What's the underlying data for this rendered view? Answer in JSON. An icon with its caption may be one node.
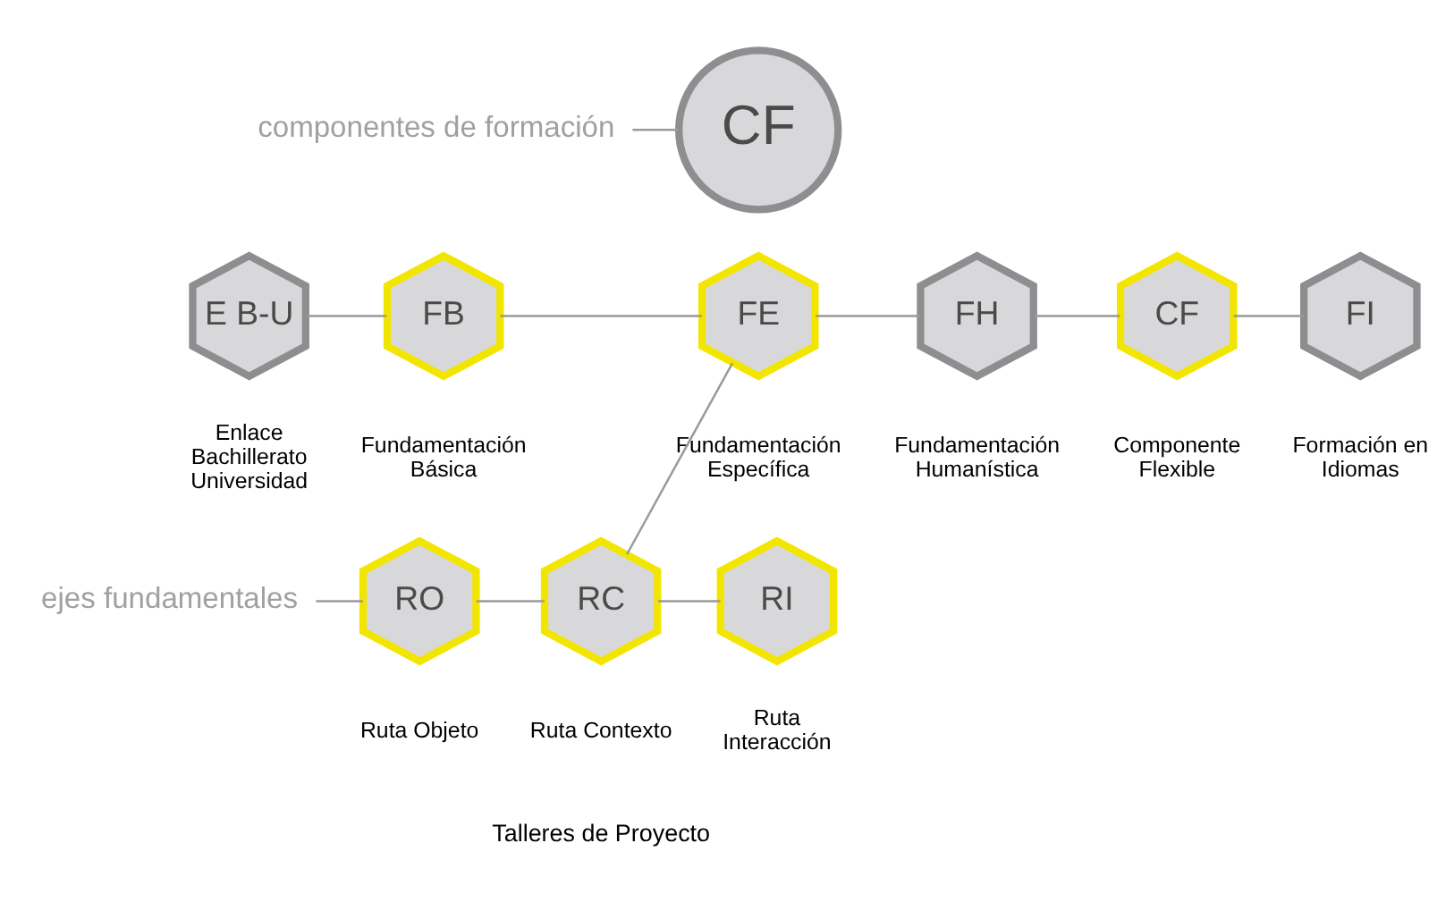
{
  "diagram": {
    "nodes": [
      {
        "text": [
          "componentes de formación"
        ]
      },
      {
        "text": [
          "CF"
        ]
      },
      {
        "text": [
          "E B-U"
        ],
        "beside": [
          "Enlace Bachillerato Universidad"
        ]
      },
      {
        "text": [
          "FB"
        ],
        "beside": [
          "Fundamentación Básica"
        ]
      },
      {
        "text": [
          "FE"
        ],
        "beside": [
          "Fundamentación Específica"
        ]
      },
      {
        "text": [
          "FH"
        ],
        "beside": [
          "Fundamentación Humanística"
        ]
      },
      {
        "text": [
          "CF"
        ],
        "beside": [
          "Componente Flexible"
        ]
      },
      {
        "text": [
          "FI"
        ],
        "beside": [
          "Formación en Idiomas"
        ]
      },
      {
        "text": [
          "ejes fundamentales"
        ]
      },
      {
        "text": [
          "RO"
        ],
        "beside": [
          "Ruta Objeto"
        ]
      },
      {
        "text": [
          "RC"
        ],
        "beside": [
          "Ruta Contexto"
        ]
      },
      {
        "text": [
          "RI"
        ],
        "beside": [
          "Ruta Interacción"
        ]
      }
    ],
    "edges": [
      {
        "from": 0,
        "to": 1,
        "arrow": "none"
      },
      {
        "from": 2,
        "to": 3,
        "arrow": "none"
      },
      {
        "from": 3,
        "to": 4,
        "arrow": "none"
      },
      {
        "from": 4,
        "to": 5,
        "arrow": "none"
      },
      {
        "from": 5,
        "to": 6,
        "arrow": "none"
      },
      {
        "from": 6,
        "to": 7,
        "arrow": "none"
      },
      {
        "from": 4,
        "to": 10,
        "arrow": "none"
      },
      {
        "from": 8,
        "to": 9,
        "arrow": "none"
      },
      {
        "from": 9,
        "to": 10,
        "arrow": "none"
      },
      {
        "from": 10,
        "to": 11,
        "arrow": "none"
      }
    ],
    "labels": [
      "Talleres de Proyecto"
    ]
  }
}
